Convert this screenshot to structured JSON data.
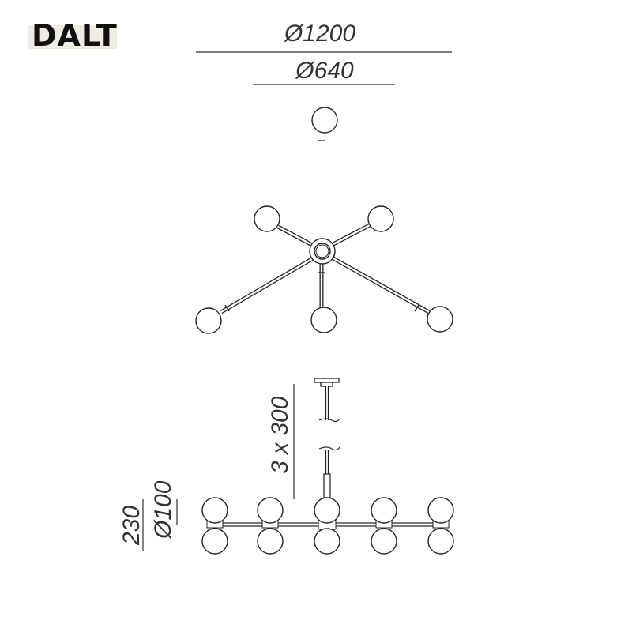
{
  "product": {
    "name": "DALT"
  },
  "dimensions": {
    "overall_diameter": "Ø1200",
    "inner_diameter": "Ø640",
    "cable_length": "3 x 300",
    "height": "230",
    "globe_diameter": "Ø100"
  },
  "colors": {
    "line": "#333333",
    "title_background": "#efece6"
  }
}
